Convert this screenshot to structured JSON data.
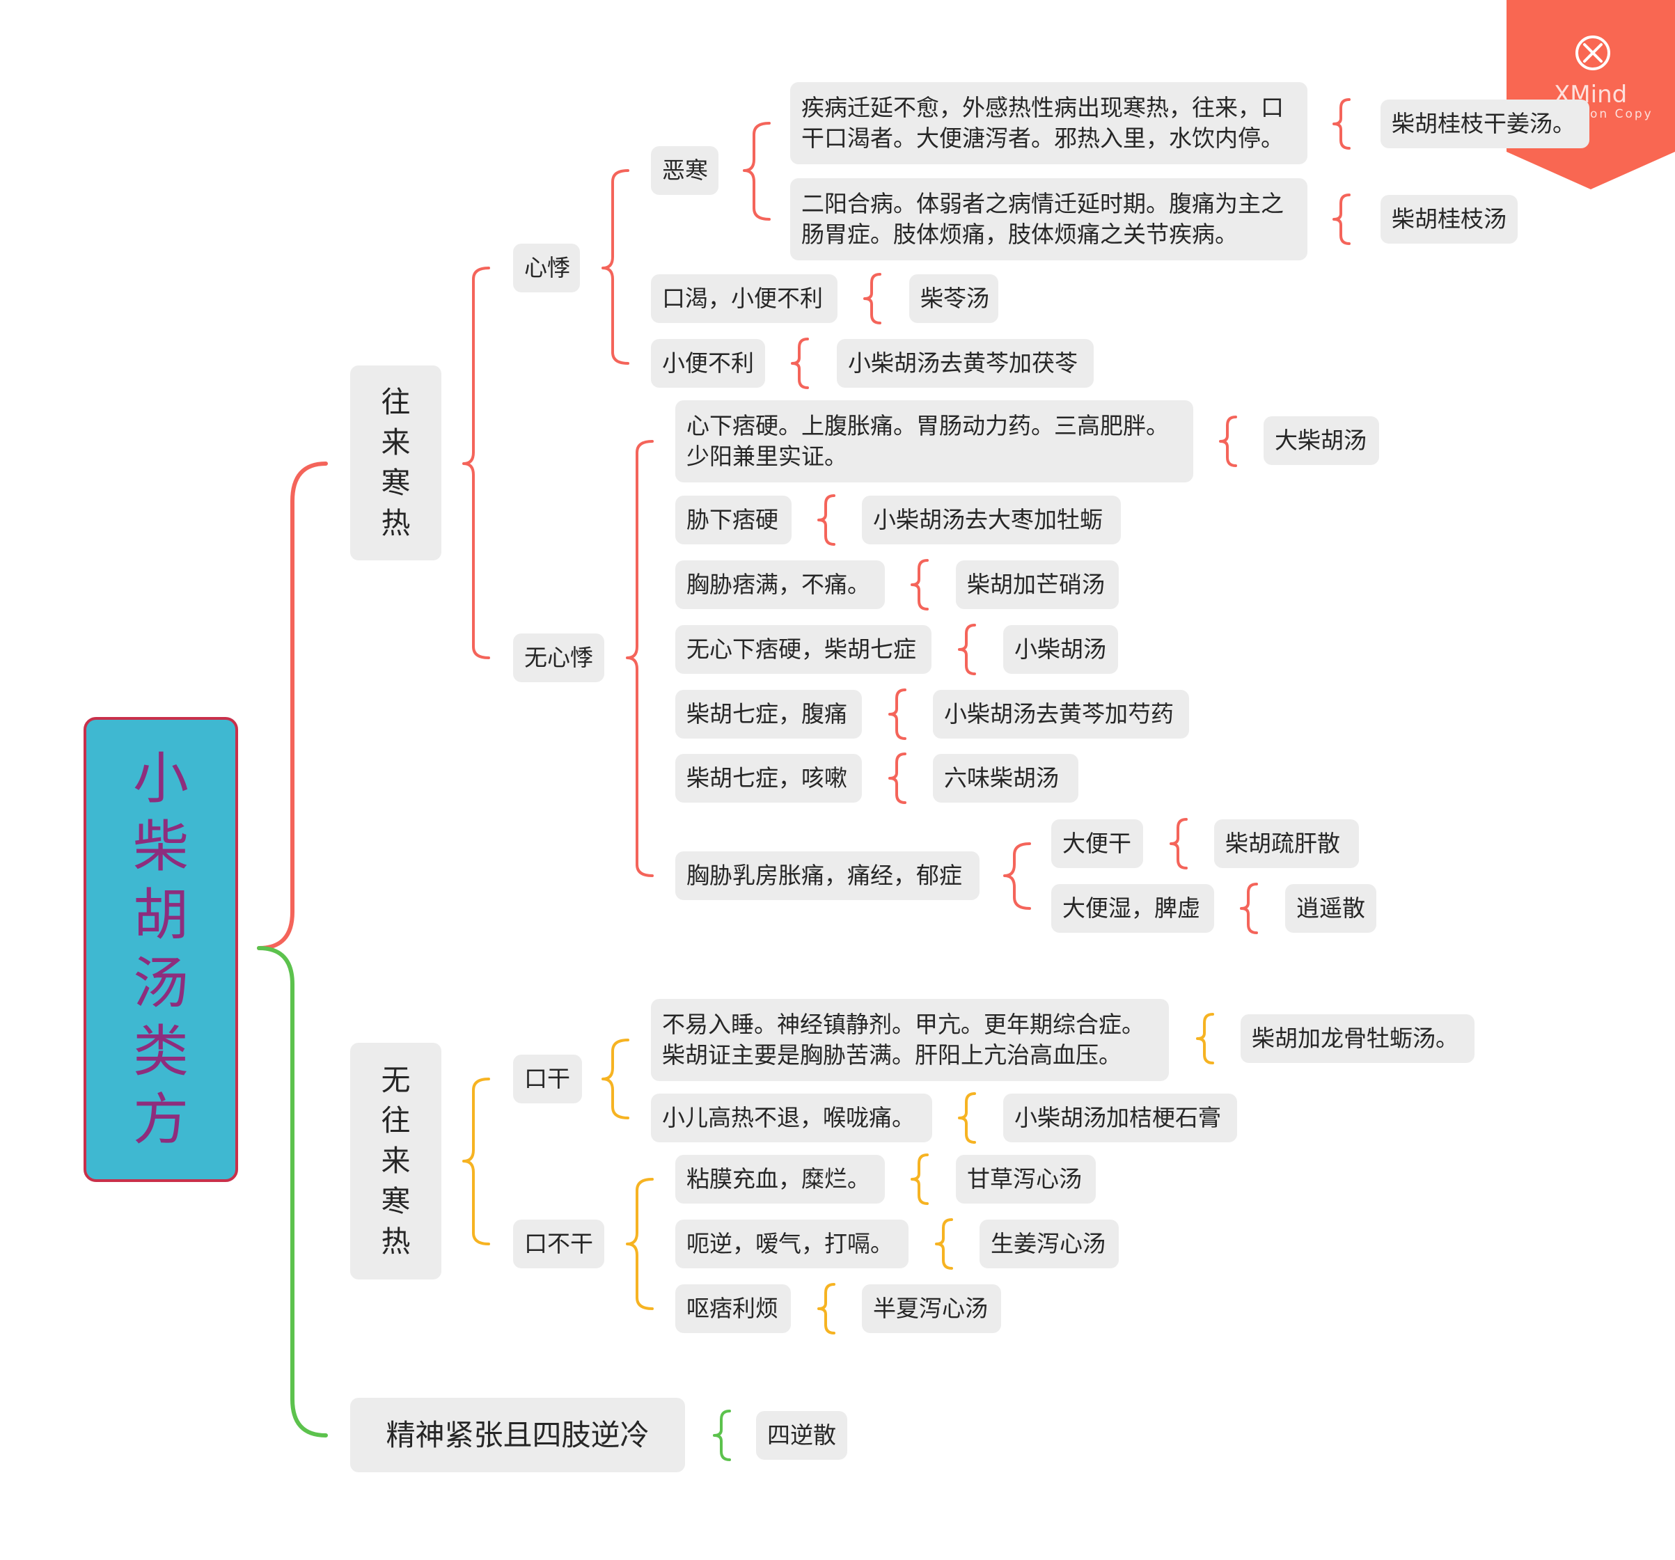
{
  "root": {
    "title": "小柴胡汤类方",
    "fill": "#3fb8d1",
    "border": "#c9304a",
    "text_color": "#8e2d7d"
  },
  "colors": {
    "branch_red": "#f4645a",
    "branch_orange": "#f6b322",
    "branch_green": "#5cc24d",
    "node_fill": "#ececec"
  },
  "watermark": {
    "brand": "XMind",
    "subtitle": "on Copy",
    "icon": "close-icon",
    "color": "#f96752"
  },
  "branches": {
    "b1": {
      "label": "往来寒热",
      "palpitation": {
        "label": "心悸",
        "aversion": {
          "label": "恶寒",
          "c1": {
            "condition": "疾病迁延不愈，外感热性病出现寒热，往来，口干口渴者。大便溏泻者。邪热入里，水饮内停。",
            "formula": "柴胡桂枝干姜汤。"
          },
          "c2": {
            "condition": "二阳合病。体弱者之病情迁延时期。腹痛为主之肠胃症。肢体烦痛，肢体烦痛之关节疾病。",
            "formula": "柴胡桂枝汤"
          }
        },
        "thirst": {
          "condition": "口渴，小便不利",
          "formula": "柴苓汤"
        },
        "urine": {
          "condition": "小便不利",
          "formula": "小柴胡汤去黄芩加茯苓"
        }
      },
      "no_palpitation": {
        "label": "无心悸",
        "items": [
          {
            "condition": "心下痞硬。上腹胀痛。胃肠动力药。三高肥胖。少阳兼里实证。",
            "formula": "大柴胡汤"
          },
          {
            "condition": "胁下痞硬",
            "formula": "小柴胡汤去大枣加牡蛎"
          },
          {
            "condition": "胸胁痞满，不痛。",
            "formula": "柴胡加芒硝汤"
          },
          {
            "condition": "无心下痞硬，柴胡七症",
            "formula": "小柴胡汤"
          },
          {
            "condition": "柴胡七症，腹痛",
            "formula": "小柴胡汤去黄芩加芍药"
          },
          {
            "condition": "柴胡七症，咳嗽",
            "formula": "六味柴胡汤"
          }
        ],
        "breast": {
          "label": "胸胁乳房胀痛，痛经，郁症",
          "s1": {
            "condition": "大便干",
            "formula": "柴胡疏肝散"
          },
          "s2": {
            "condition": "大便湿，脾虚",
            "formula": "逍遥散"
          }
        }
      }
    },
    "b2": {
      "label": "无往来寒热",
      "dry": {
        "label": "口干",
        "items": [
          {
            "condition": "不易入睡。神经镇静剂。甲亢。更年期综合症。柴胡证主要是胸胁苦满。肝阳上亢治高血压。",
            "formula": "柴胡加龙骨牡蛎汤。"
          },
          {
            "condition": "小儿高热不退，喉咙痛。",
            "formula": "小柴胡汤加桔梗石膏"
          }
        ]
      },
      "not_dry": {
        "label": "口不干",
        "items": [
          {
            "condition": "粘膜充血，糜烂。",
            "formula": "甘草泻心汤"
          },
          {
            "condition": "呃逆，嗳气，打嗝。",
            "formula": "生姜泻心汤"
          },
          {
            "condition": "呕痞利烦",
            "formula": "半夏泻心汤"
          }
        ]
      }
    },
    "b3": {
      "condition": "精神紧张且四肢逆冷",
      "formula": "四逆散"
    }
  }
}
